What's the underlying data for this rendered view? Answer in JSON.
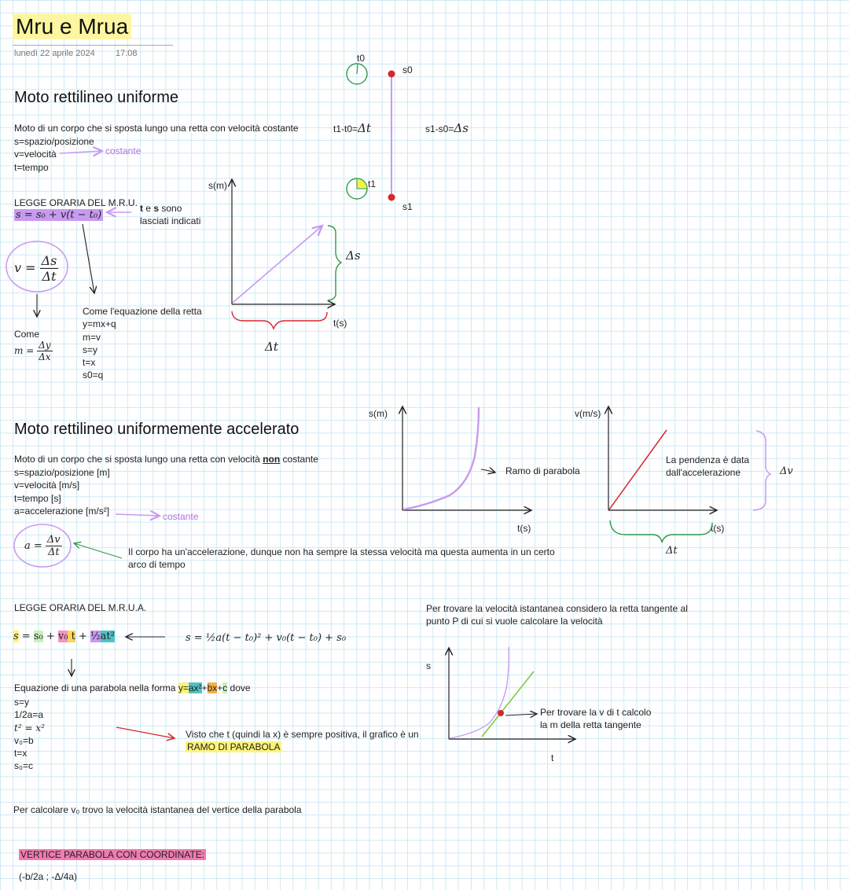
{
  "header": {
    "title": "Mru e Mrua",
    "date": "lunedì 22 aprile 2024",
    "time": "17:08"
  },
  "mru": {
    "heading": "Moto rettilineo uniforme",
    "description": "Moto di un corpo che si sposta lungo una retta con velocità costante",
    "vars": [
      "s=spazio/posizione",
      "v=velocità",
      "t=tempo"
    ],
    "constant_label": "costante",
    "law_title": "LEGGE ORARIA DEL M.R.U.",
    "law_formula": "s = s₀ + v(t − t₀)",
    "note_t": "t",
    "note_e": " e ",
    "note_s": "s",
    "note_rest": " sono",
    "note_line2": "lasciati indicati",
    "v_lhs": "v =",
    "v_num": "Δs",
    "v_den": "Δt",
    "come": "Come",
    "m_lhs": "m =",
    "m_num": "Δy",
    "m_den": "Δx",
    "line_eq": [
      "Come l'equazione della retta",
      "y=mx+q",
      "m=v",
      "s=y",
      "t=x",
      "s0=q"
    ],
    "graph": {
      "y_label": "s(m)",
      "x_label": "t(s)",
      "delta_s": "Δs",
      "delta_t": "Δt"
    },
    "timeline": {
      "t0": "t0",
      "t1": "t1",
      "s0": "s0",
      "s1": "s1",
      "dt_eq": "t1-t0=",
      "dt_sym": "Δt",
      "ds_eq": "s1-s0=",
      "ds_sym": "Δs"
    }
  },
  "mrua": {
    "heading": "Moto rettilineo uniformemente accelerato",
    "desc_pre": "Moto di un corpo che si sposta lungo una retta con velocità ",
    "desc_bold": "non",
    "desc_post": " costante",
    "vars": [
      "s=spazio/posizione [m]",
      "v=velocità [m/s]",
      "t=tempo [s]"
    ],
    "accel_var": "a=accelerazione [m/s²]",
    "constant_label": "costante",
    "a_lhs": "a =",
    "a_num": "Δv",
    "a_den": "Δt",
    "accel_note": [
      "Il corpo ha un'accelerazione, dunque non ha sempre la stessa velocità ma questa aumenta in un certo",
      "arco di tempo"
    ],
    "graph_s": {
      "y_label": "s(m)",
      "x_label": "t(s)",
      "annotation": "Ramo di parabola"
    },
    "graph_v": {
      "y_label": "v(m/s)",
      "x_label": "t(s)",
      "annotation": [
        "La pendenza è data",
        "dall'accelerazione"
      ],
      "delta_v": "Δv",
      "delta_t": "Δt"
    },
    "law_title": "LEGGE ORARIA DEL M.R.U.A.",
    "law_s": "s",
    "law_eq": " = ",
    "law_s0": "s₀",
    "law_plus1": " + ",
    "law_v0": "v₀",
    "law_t": " t",
    "law_plus2": " + ",
    "law_half": "½",
    "law_at2": "at²",
    "law_full": "s = ½a(t − t₀)² + v₀(t − t₀) + s₀",
    "parabola_pre": "Equazione di una parabola nella forma ",
    "parabola_y": "y=",
    "parabola_ax2": "ax²",
    "parabola_plus1": "+",
    "parabola_bx": "bx",
    "parabola_plus2": "+",
    "parabola_c": "c",
    "parabola_post": " dove",
    "mapping": [
      "s=y",
      "1/2a=a",
      "t² = x²",
      "v₀=b",
      "t=x",
      "s₀=c"
    ],
    "visto": "Visto che t (quindi la x) è sempre positiva, il grafico è un",
    "ramo": "RAMO DI PARABOLA",
    "tangent_note": [
      "Per trovare la velocità istantanea considero la retta tangente al",
      "punto P di cui si vuole calcolare la velocità"
    ],
    "graph_t": {
      "y_label": "s",
      "x_label": "t",
      "annotation": [
        "Per trovare la v di t calcolo",
        "la m della retta tangente"
      ]
    },
    "v0_note": "Per calcolare v₀ trovo la velocità istantanea del vertice della parabola",
    "vertex_title": "VERTICE PARABOLA CON COORDINATE:",
    "vertex_coords": "(-b/2a ; -Δ/4a)"
  },
  "colors": {
    "purple": "#c79af0",
    "yellow": "#fdf37a",
    "pink": "#f07bb0",
    "green": "#2f9a4a",
    "red": "#d8262e"
  }
}
